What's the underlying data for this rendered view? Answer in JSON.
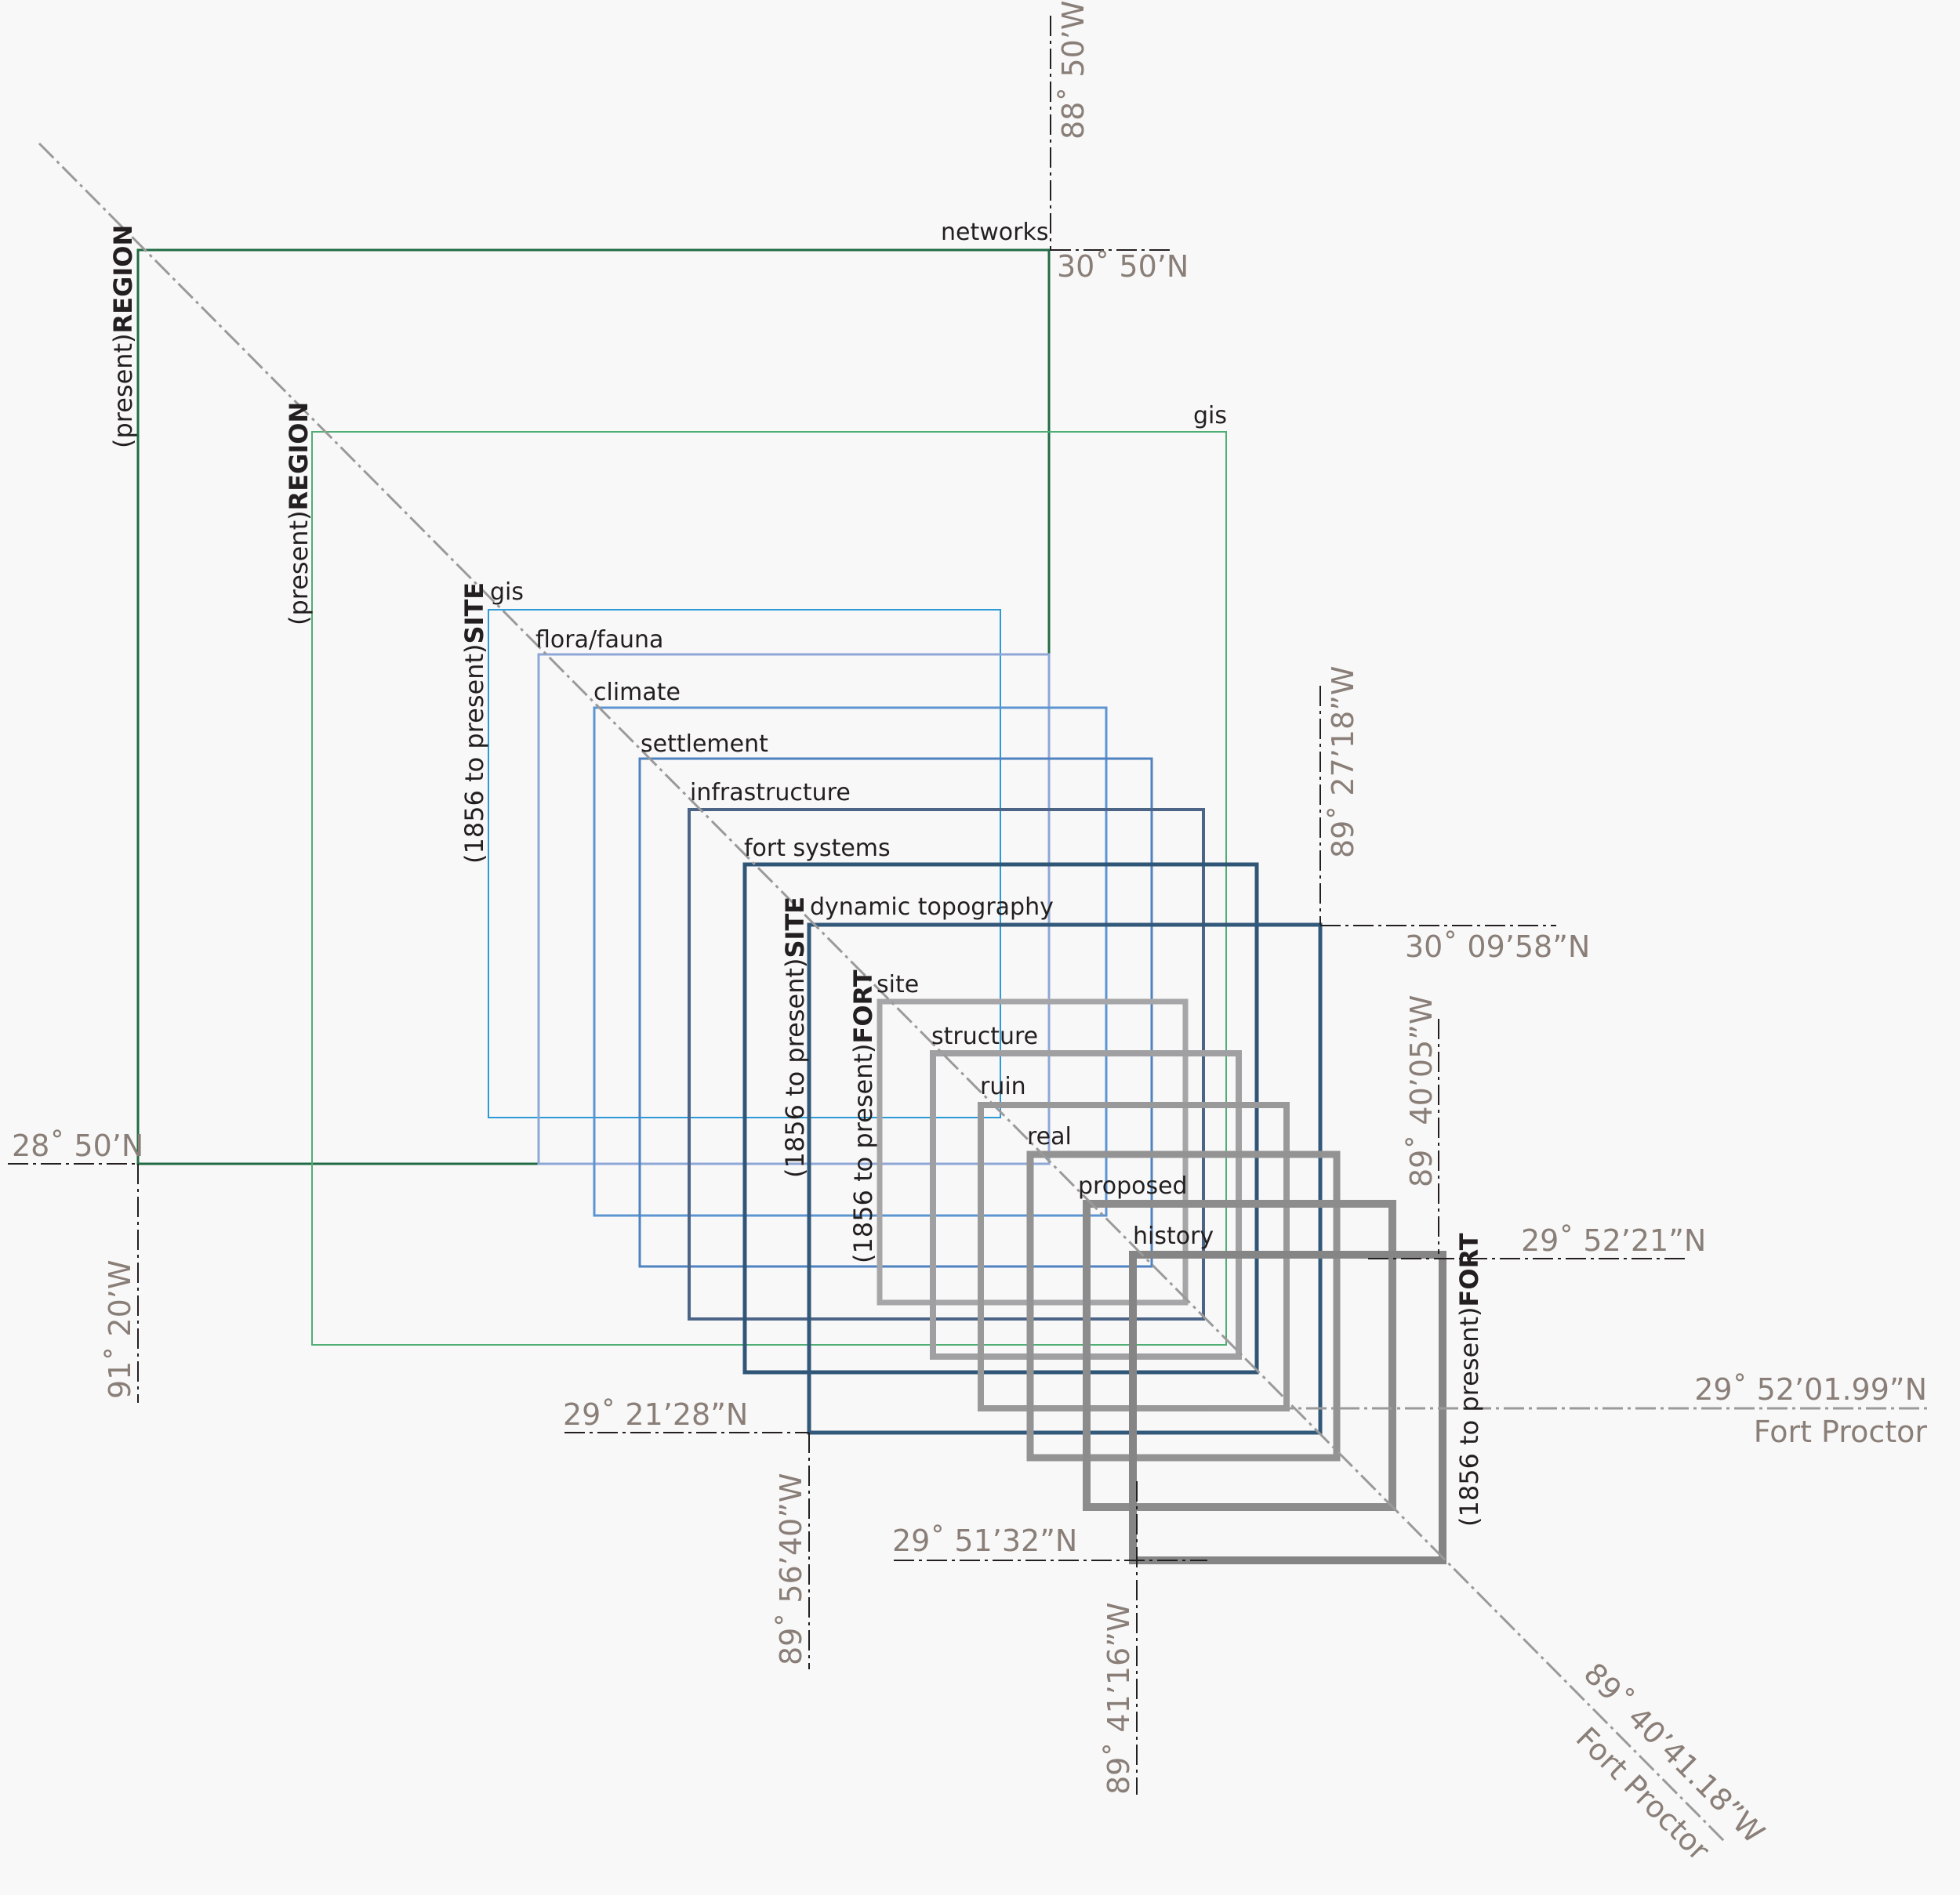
{
  "colors": {
    "background": "#f9f8f8",
    "region": "#1f6b43",
    "region_inner": "#4fae73",
    "site_blues": [
      "#2b9ad6",
      "#8ea7d6",
      "#5c95d2",
      "#4f82c0",
      "#4c6587",
      "#2f5676",
      "#33597a"
    ],
    "fort_greys": [
      "#a6a6a8",
      "#a0a0a2",
      "#999999",
      "#939393",
      "#8c8c8c",
      "#858585"
    ],
    "coordinate_text": "#8a7f78"
  },
  "layers": [
    {
      "label": "networks"
    },
    {
      "label": "gis"
    },
    {
      "label": "gis"
    },
    {
      "label": "flora/fauna"
    },
    {
      "label": "climate"
    },
    {
      "label": "settlement"
    },
    {
      "label": "infrastructure"
    },
    {
      "label": "fort systems"
    },
    {
      "label": "dynamic topography"
    },
    {
      "label": "site"
    },
    {
      "label": "structure"
    },
    {
      "label": "ruin"
    },
    {
      "label": "real"
    },
    {
      "label": "proposed"
    },
    {
      "label": "history"
    }
  ],
  "scales": [
    {
      "prefix": "(present)",
      "name": "REGION"
    },
    {
      "prefix": "(present)",
      "name": "REGION"
    },
    {
      "prefix": "(1856 to present)",
      "name": "SITE"
    },
    {
      "prefix": "(1856 to present)",
      "name": "SITE"
    },
    {
      "prefix": "(1856 to present)",
      "name": "FORT"
    },
    {
      "prefix": "(1856 to present)",
      "name": "FORT"
    }
  ],
  "coordinates": {
    "lon_88_50": "88˚ 50’W",
    "lat_30_50": "30˚ 50’N",
    "lat_28_50": "28˚ 50’N",
    "lon_91_20": "91˚ 20’W",
    "lon_89_27_18": "89˚ 27’18”W",
    "lat_30_09_58": "30˚ 09’58”N",
    "lon_89_40_05": "89˚ 40’05”W",
    "lat_29_52_21": "29˚ 52’21”N",
    "lat_29_52_01": "29˚ 52’01.99”N",
    "place": "Fort Proctor",
    "lat_29_21_28": "29˚ 21’28”N",
    "lon_89_56_40": "89˚ 56’40”W",
    "lat_29_51_32": "29˚ 51’32”N",
    "lon_89_41_16": "89˚ 41’16”W",
    "lon_89_40_41": "89˚ 40’41.18”W",
    "diag_place": "Fort Proctor"
  }
}
